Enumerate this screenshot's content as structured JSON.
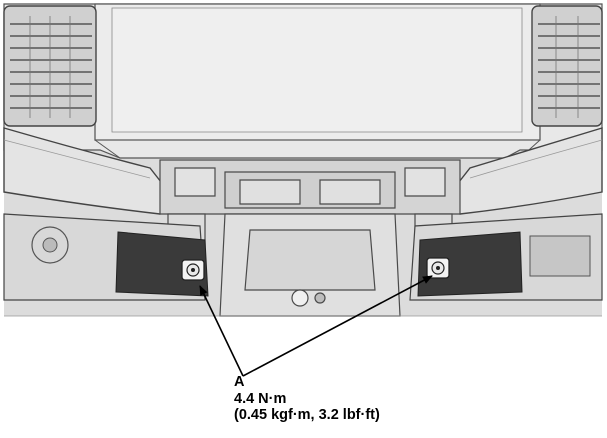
{
  "callout": {
    "letter": "A",
    "torque_primary": "4.4 N·m",
    "torque_secondary": "(0.45 kgf·m, 3.2 lbf·ft)"
  },
  "colors": {
    "background": "#ffffff",
    "panel_light": "#e6e6e6",
    "panel_mid": "#c8c8c8",
    "panel_dark": "#3a3a3a",
    "outline": "#4a4a4a",
    "leader": "#000000"
  }
}
